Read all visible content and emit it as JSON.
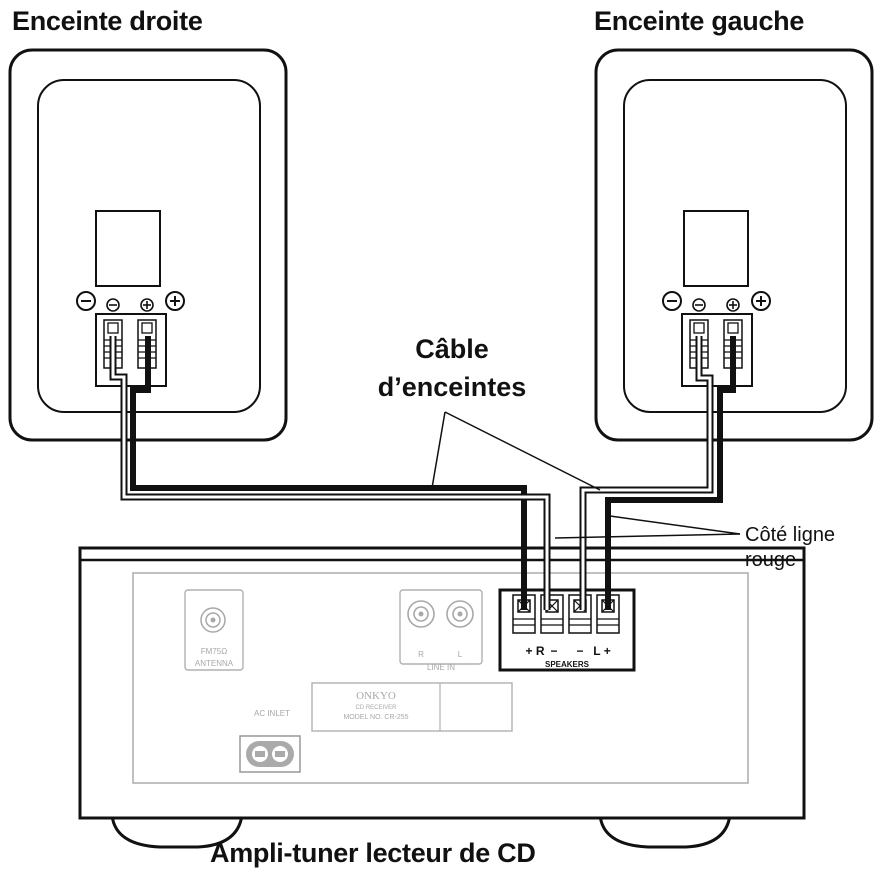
{
  "labels": {
    "speaker_right": "Enceinte droite",
    "speaker_left": "Enceinte gauche",
    "cable_line1": "Câble",
    "cable_line2": "d’enceintes",
    "red_side_line1": "Côté ligne",
    "red_side_line2": "rouge",
    "unit": "Ampli-tuner lecteur de CD"
  },
  "panel": {
    "antenna_line1": "FM75Ω",
    "antenna_line2": "ANTENNA",
    "line_in_r": "R",
    "line_in_l": "L",
    "line_in": "LINE IN",
    "brand": "ONKYO",
    "model_line1": "CD RECEIVER",
    "model_line2": "MODEL NO. CR-255",
    "ac_inlet": "AC INLET",
    "speakers": "SPEAKERS",
    "terminal_plus_r": "+ R",
    "terminal_minus_r": "−",
    "terminal_minus_l": "−",
    "terminal_l_plus": "L +"
  },
  "speaker_terminals": {
    "minus_big": "⊖",
    "minus_small": "⊖",
    "plus_small": "⊕",
    "plus_big": "⊕"
  }
}
